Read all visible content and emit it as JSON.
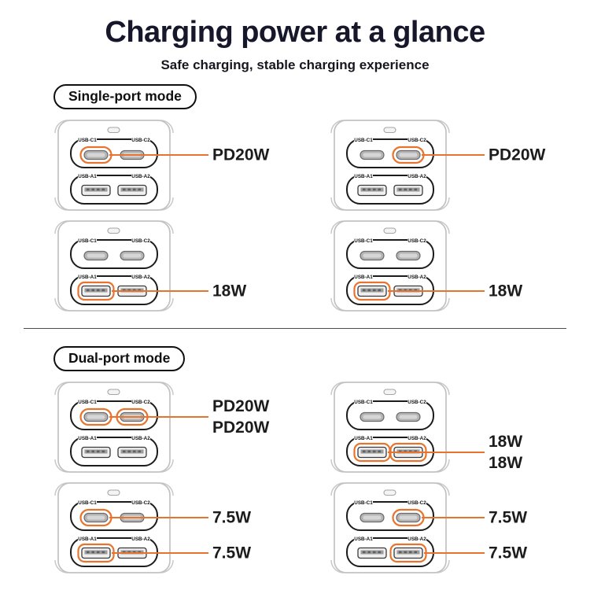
{
  "header": {
    "title": "Charging power at a glance",
    "subtitle": "Safe charging, stable charging experience"
  },
  "colors": {
    "accent": "#E8732F",
    "heading": "#17172B",
    "divider": "#4D4D4D"
  },
  "port_labels": {
    "c1": "USB-C1",
    "c2": "USB-C2",
    "a1": "USB-A1",
    "a2": "USB-A2"
  },
  "sections": [
    {
      "mode_label": "Single-port mode",
      "chargers": [
        {
          "highlight": [
            "c1"
          ],
          "labels": [
            "PD20W"
          ]
        },
        {
          "highlight": [
            "c2"
          ],
          "labels": [
            "PD20W"
          ]
        },
        {
          "highlight": [
            "a1"
          ],
          "labels": [
            "18W"
          ]
        },
        {
          "highlight": [
            "a1"
          ],
          "labels": [
            "18W"
          ]
        }
      ]
    },
    {
      "mode_label": "Dual-port mode",
      "chargers": [
        {
          "highlight": [
            "c1",
            "c2"
          ],
          "labels": [
            "PD20W",
            "PD20W"
          ]
        },
        {
          "highlight": [
            "a1",
            "a2"
          ],
          "labels": [
            "18W",
            "18W"
          ]
        },
        {
          "highlight": [
            "c1",
            "a1"
          ],
          "labels": [
            "7.5W",
            "7.5W"
          ]
        },
        {
          "highlight": [
            "c2",
            "a2"
          ],
          "labels": [
            "7.5W",
            "7.5W"
          ]
        }
      ]
    }
  ]
}
